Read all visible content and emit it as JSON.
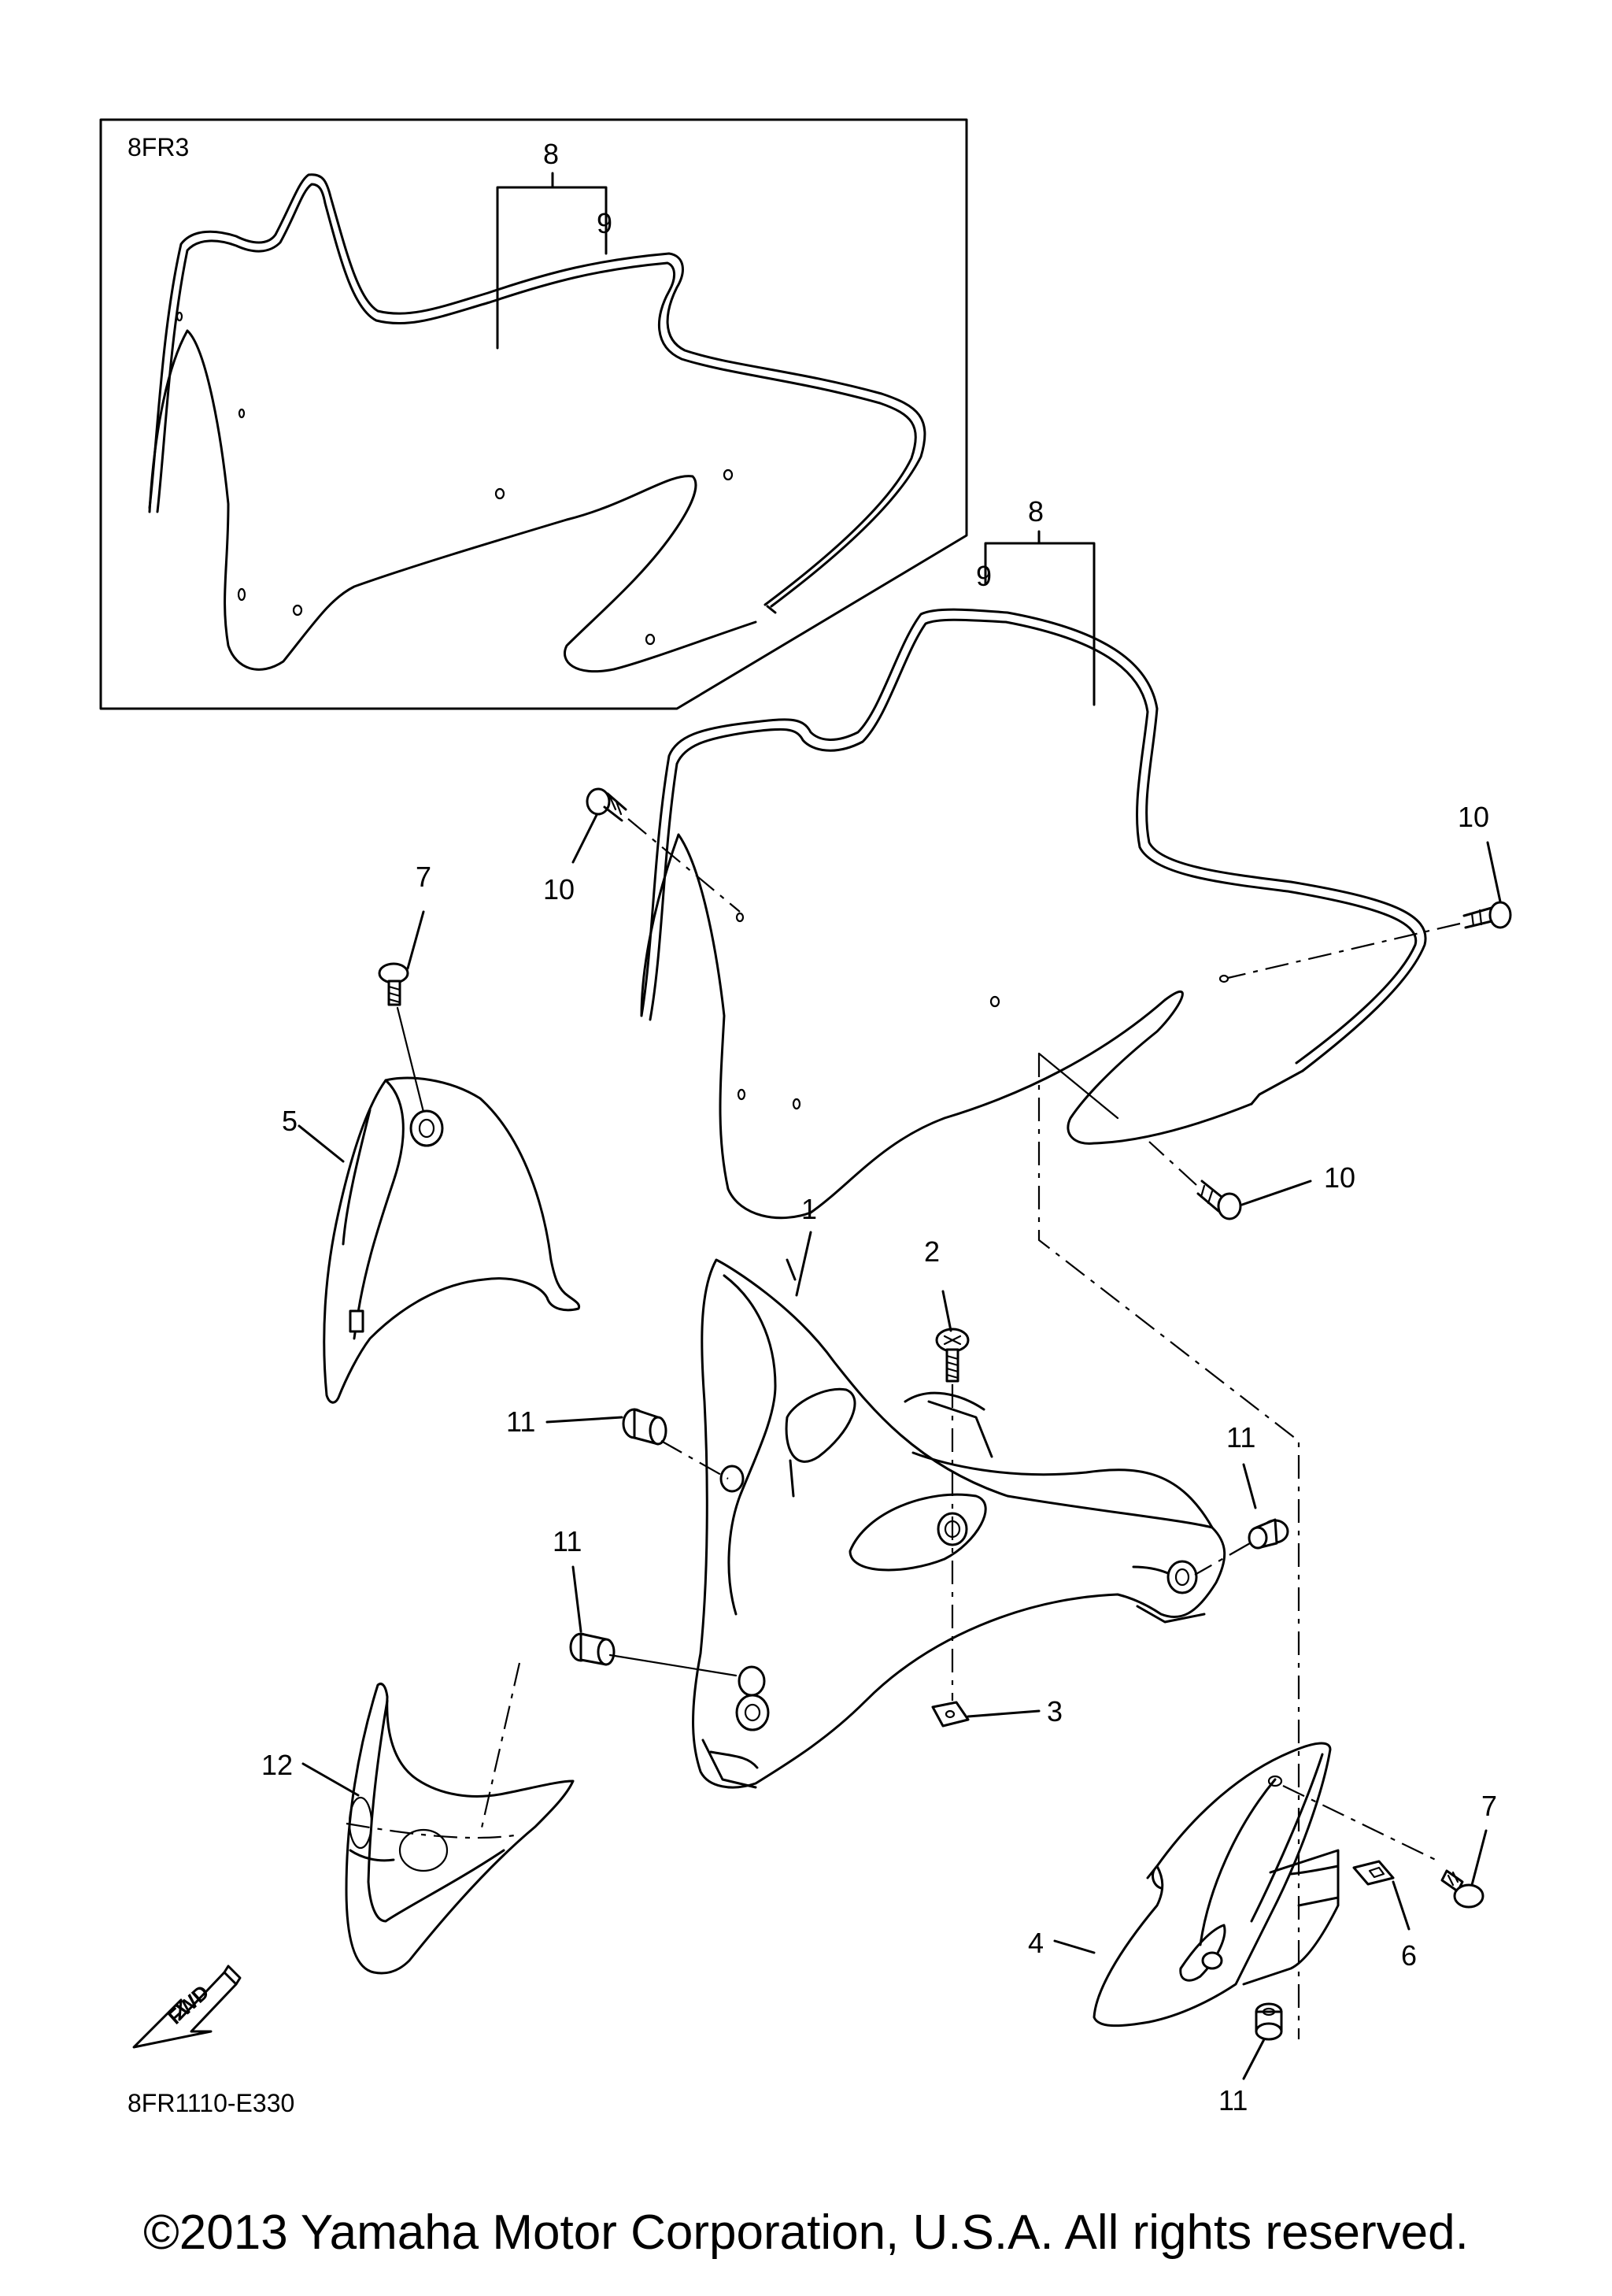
{
  "inset_box": {
    "variant_label": "8FR3"
  },
  "part_labels": {
    "inset_8": "8",
    "inset_9": "9",
    "main_8": "8",
    "main_9": "9",
    "label_10_left": "10",
    "label_10_right": "10",
    "label_10_lower": "10",
    "label_7_top": "7",
    "label_5": "5",
    "label_1": "1",
    "label_2": "2",
    "label_11_left": "11",
    "label_11_right": "11",
    "label_11_mid": "11",
    "label_3": "3",
    "label_12": "12",
    "label_7_bottom": "7",
    "label_6": "6",
    "label_4": "4",
    "label_11_bottom": "11"
  },
  "fwd_arrow": {
    "text": "FWD"
  },
  "diagram_code": "8FR1110-E330",
  "copyright": "©2013 Yamaha Motor Corporation, U.S.A. All rights reserved."
}
